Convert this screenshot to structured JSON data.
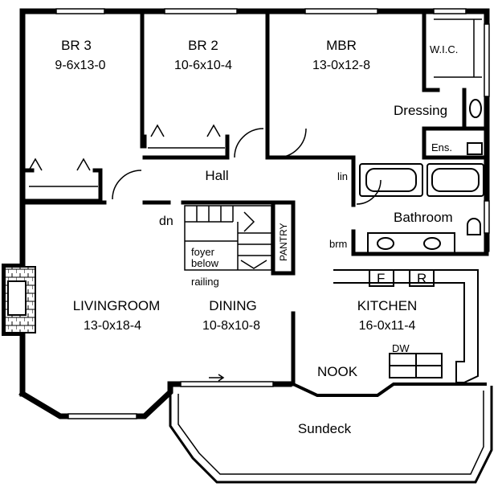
{
  "rooms": {
    "br3": {
      "name": "BR 3",
      "dims": "9-6x13-0"
    },
    "br2": {
      "name": "BR 2",
      "dims": "10-6x10-4"
    },
    "mbr": {
      "name": "MBR",
      "dims": "13-0x12-8"
    },
    "wic": {
      "name": "W.I.C."
    },
    "dressing": {
      "name": "Dressing"
    },
    "ens": {
      "name": "Ens."
    },
    "hall": {
      "name": "Hall"
    },
    "lin": {
      "name": "lin"
    },
    "bathroom": {
      "name": "Bathroom"
    },
    "brm": {
      "name": "brm"
    },
    "pantry": {
      "name": "PANTRY"
    },
    "living": {
      "name": "LIVINGROOM",
      "dims": "13-0x18-4"
    },
    "dining": {
      "name": "DINING",
      "dims": "10-8x10-8"
    },
    "kitchen": {
      "name": "KITCHEN",
      "dims": "16-0x11-4"
    },
    "nook": {
      "name": "NOOK"
    },
    "sundeck": {
      "name": "Sundeck"
    }
  },
  "notes": {
    "dn": "dn",
    "foyer_line1": "foyer",
    "foyer_line2": "below",
    "railing": "railing",
    "fridge": "F",
    "range": "R",
    "dishwasher": "DW"
  }
}
